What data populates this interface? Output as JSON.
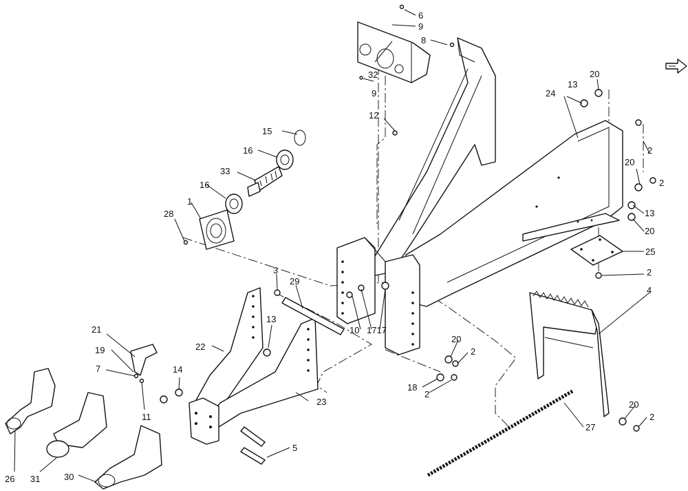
{
  "diagram": {
    "callouts": {
      "c1": "1",
      "c2a": "2",
      "c2b": "2",
      "c2c": "2",
      "c2d": "2",
      "c2e": "2",
      "c2f": "2",
      "c3": "3",
      "c4": "4",
      "c5": "5",
      "c6": "6",
      "c7": "7",
      "c8": "8",
      "c9a": "9",
      "c9b": "9",
      "c10": "10",
      "c11": "11",
      "c12": "12",
      "c13a": "13",
      "c13b": "13",
      "c13c": "13",
      "c14": "14",
      "c15": "15",
      "c16a": "16",
      "c16b": "16",
      "c17": "1717",
      "c18": "18",
      "c19": "19",
      "c20a": "20",
      "c20b": "20",
      "c20c": "20",
      "c20d": "20",
      "c20e": "20",
      "c21": "21",
      "c22": "22",
      "c23": "23",
      "c24": "24",
      "c25": "25",
      "c26": "26",
      "c27": "27",
      "c28": "28",
      "c29": "29",
      "c30": "30",
      "c31": "31",
      "c32": "32",
      "c33": "33"
    },
    "nav_icon": "page-arrow-icon"
  }
}
